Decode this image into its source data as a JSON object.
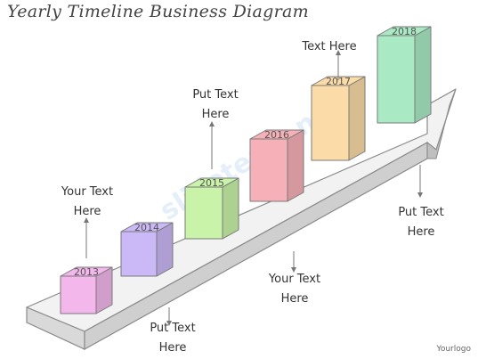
{
  "title": "Yearly Timeline Business Diagram",
  "logo_text": "Yourlogo",
  "watermark": "slideteam.net",
  "years": [
    {
      "label": "2013",
      "color": "#f3b7ec"
    },
    {
      "label": "2014",
      "color": "#cbb8f6"
    },
    {
      "label": "2015",
      "color": "#c9f3a9"
    },
    {
      "label": "2016",
      "color": "#f6b1b8"
    },
    {
      "label": "2017",
      "color": "#fbdca8"
    },
    {
      "label": "2018",
      "color": "#a9eac4"
    }
  ],
  "callouts": {
    "c2013": [
      "Put Text",
      "Here"
    ],
    "c2014": [
      "Your  Text",
      "Here"
    ],
    "c2015": [
      "Your  Text",
      "Here"
    ],
    "c2016": [
      "Put Text",
      "Here"
    ],
    "c2018": [
      "Text Here"
    ],
    "c_end": [
      "Put Text",
      "Here"
    ]
  }
}
